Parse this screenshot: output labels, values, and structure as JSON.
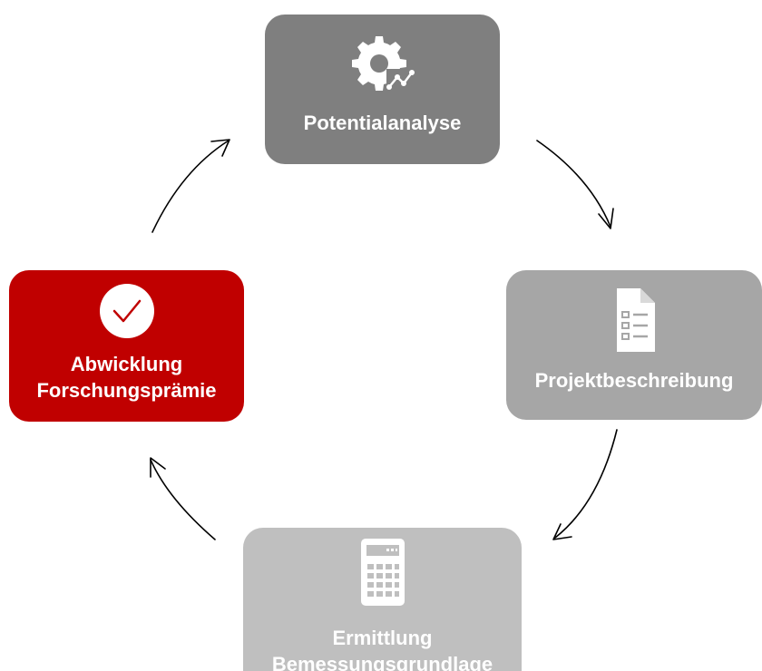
{
  "cycle": {
    "steps": [
      {
        "label": "Potentialanalyse",
        "icon": "gear-analytics-icon",
        "color": "#7f7f7f"
      },
      {
        "label": "Projektbeschreibung",
        "icon": "document-list-icon",
        "color": "#a6a6a6"
      },
      {
        "label_line1": "Ermittlung",
        "label_line2": "Bemessungsgrundlage",
        "icon": "calculator-icon",
        "color": "#bfbfbf"
      },
      {
        "label_line1": "Abwicklung",
        "label_line2": "Forschungsprämie",
        "icon": "checkmark-circle-icon",
        "color": "#c00000"
      }
    ],
    "arrow_color": "#000000"
  }
}
